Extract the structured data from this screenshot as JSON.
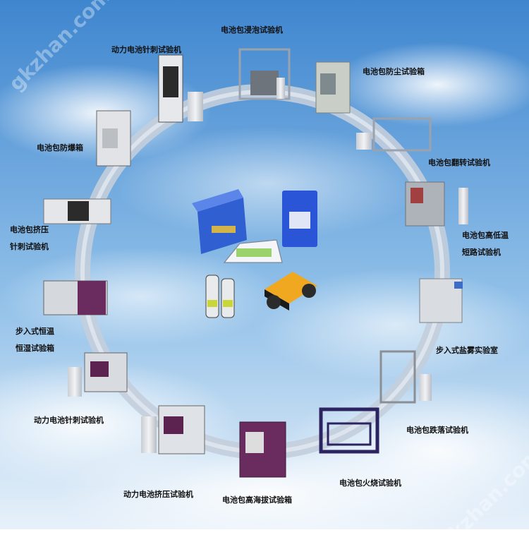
{
  "diagram": {
    "labels": [
      {
        "id": "immersion",
        "text": "电池包浸泡试验机"
      },
      {
        "id": "dust",
        "text": "电池包防尘试验箱"
      },
      {
        "id": "flip",
        "text": "电池包翻转试验机"
      },
      {
        "id": "hilow-short",
        "lines": [
          "电池包高低温",
          "短路试验机"
        ]
      },
      {
        "id": "salt-fog",
        "text": "步入式盐雾实验室"
      },
      {
        "id": "drop",
        "text": "电池包跌落试验机"
      },
      {
        "id": "fire",
        "text": "电池包火烧试验机"
      },
      {
        "id": "altitude",
        "text": "电池包高海拔试验箱"
      },
      {
        "id": "crush-power",
        "text": "动力电池挤压试验机"
      },
      {
        "id": "nail-bottom",
        "text": "动力电池针刺试验机"
      },
      {
        "id": "walkin-th",
        "lines": [
          "步入式恒温",
          "恒湿试验箱"
        ]
      },
      {
        "id": "crush-nail",
        "lines": [
          "电池包挤压",
          "针刺试验机"
        ]
      },
      {
        "id": "explosion",
        "text": "电池包防爆箱"
      },
      {
        "id": "nail-top",
        "text": "动力电池针刺试验机"
      }
    ],
    "watermark": "gkzhan.com",
    "colors": {
      "ring": "#b9c6d6",
      "sky_top": "#4f8fd0",
      "sky_bottom": "#d9e9f7"
    }
  }
}
